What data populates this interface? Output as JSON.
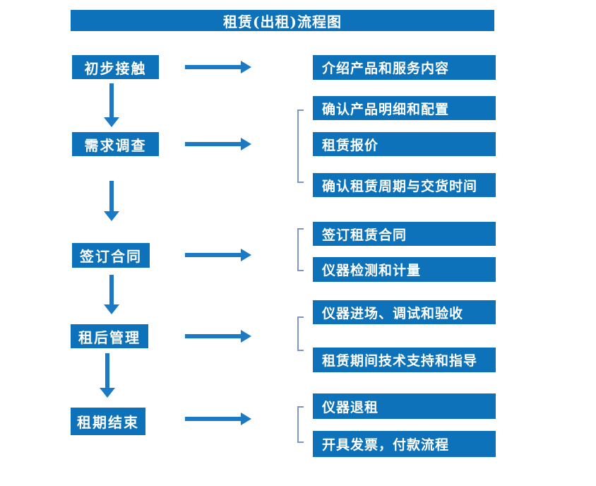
{
  "title": "租赁(出租)流程图",
  "palette": {
    "box_blue": "#0d72b9",
    "arrow_blue": "#1b7ac6",
    "bracket_blue": "#7d95c9",
    "text_white": "#ffffff",
    "background": "#ffffff"
  },
  "steps": [
    {
      "label": "初步接触",
      "details": [
        "介绍产品和服务内容"
      ]
    },
    {
      "label": "需求调查",
      "details": [
        "确认产品明细和配置",
        "租赁报价",
        "确认租赁周期与交货时间"
      ]
    },
    {
      "label": "签订合同",
      "details": [
        "签订租赁合同",
        "仪器检测和计量"
      ]
    },
    {
      "label": "租后管理",
      "details": [
        "仪器进场、调试和验收",
        "租赁期间技术支持和指导"
      ]
    },
    {
      "label": "租期结束",
      "details": [
        "仪器退租",
        "开具发票，付款流程"
      ]
    }
  ]
}
